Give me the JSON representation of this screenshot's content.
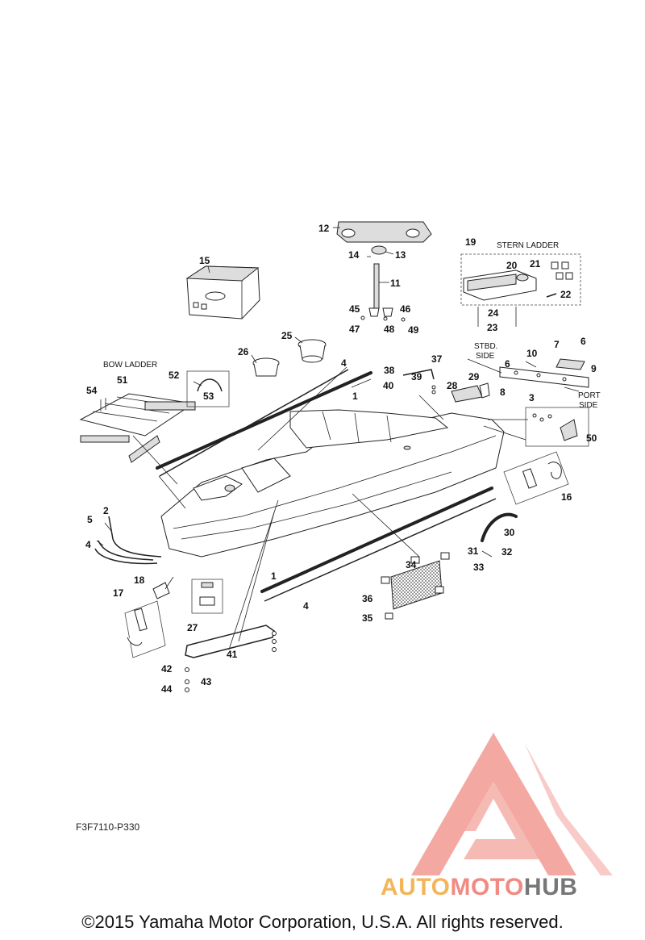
{
  "diagram": {
    "section_labels": {
      "stern_ladder": "STERN LADDER",
      "bow_ladder": "BOW LADDER",
      "stbd_side_line1": "STBD.",
      "stbd_side_line2": "SIDE",
      "port_side_line1": "PORT",
      "port_side_line2": "SIDE"
    },
    "callouts": [
      "12",
      "13",
      "14",
      "11",
      "45",
      "46",
      "47",
      "48",
      "49",
      "15",
      "19",
      "20",
      "21",
      "22",
      "24",
      "23",
      "25",
      "26",
      "7",
      "6",
      "10",
      "9",
      "6",
      "8",
      "3",
      "38",
      "37",
      "39",
      "40",
      "28",
      "29",
      "52",
      "53",
      "51",
      "54",
      "50",
      "16",
      "2",
      "5",
      "4",
      "30",
      "31",
      "32",
      "33",
      "1",
      "4",
      "34",
      "36",
      "35",
      "18",
      "17",
      "27",
      "41",
      "42",
      "43",
      "44",
      "1",
      "4"
    ],
    "drawing_code": "F3F7110-P330"
  },
  "footer": {
    "copyright": "©2015 Yamaha Motor Corporation, U.S.A. All rights reserved."
  },
  "watermark": {
    "part1": "AUTO",
    "part2": "MOTO",
    "part3": "HUB",
    "color1": "#f4b55a",
    "color2": "#f08a82",
    "color3": "#777777",
    "logo_color": "#f08a82"
  }
}
